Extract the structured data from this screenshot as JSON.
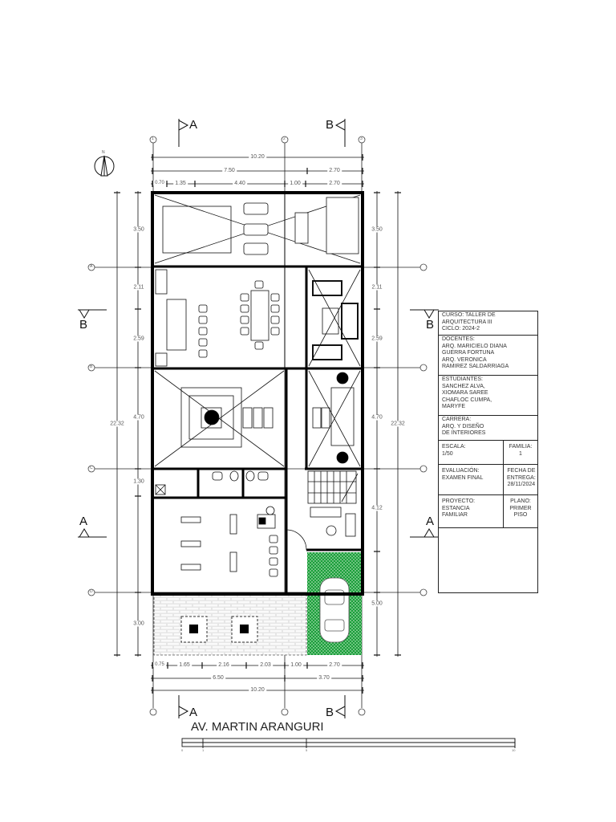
{
  "drawing": {
    "street_name": "AV. MARTIN ARANGURI",
    "north_label": "N",
    "section_marks": {
      "top_left": "A",
      "top_right": "B",
      "bottom_left": "A",
      "bottom_right": "B",
      "left_B": "B",
      "right_B": "B",
      "left_A": "A",
      "right_A": "A"
    },
    "grid_axes": {
      "vertical": [
        "1",
        "2",
        "3"
      ],
      "horizontal": [
        "A",
        "B",
        "C",
        "D"
      ]
    },
    "dimensions_top": {
      "total": "10.20",
      "row2": [
        "7.50",
        "2.70"
      ],
      "row3": [
        "0.70",
        "1.35",
        "4.40",
        "1.00",
        "2.70"
      ]
    },
    "dimensions_bottom": {
      "row1": [
        "0.75",
        "1.65",
        "2.16",
        "2.03",
        "1.00",
        "2.70"
      ],
      "row2": [
        "6.50",
        "3.70"
      ],
      "total": "10.20"
    },
    "dimensions_left": {
      "segments": [
        "3.50",
        "2.11",
        "2.59",
        "4.70",
        "1.30",
        "3.00"
      ],
      "total": "22.32"
    },
    "dimensions_right": {
      "segments": [
        "3.50",
        "2.11",
        "2.59",
        "4.70",
        "4.12",
        "5.00"
      ],
      "total": "22.32"
    },
    "graphic_scale": {
      "ticks": [
        "0",
        "1",
        "5",
        "10"
      ]
    },
    "hatch_color": "#1a9e3a",
    "wall_color": "#000000"
  },
  "title_block": {
    "course": [
      "CURSO: TALLER DE",
      "ARQUITECTURA III",
      "CICLO: 2024-2"
    ],
    "teachers": [
      "DOCENTES:",
      "ARQ. MARICIELO DIANA",
      "GUERRA FORTUNA",
      "ARQ. VERONICA",
      "RAMIREZ SALDARRIAGA"
    ],
    "students": [
      "ESTUDIANTES:",
      "SANCHEZ ALVA,",
      " XIOMARA SAREE",
      "CHAFLOC CUMPA,",
      "MARYFE"
    ],
    "career": [
      "CARRERA:",
      "ARQ. Y DISEÑO",
      "DE INTERIORES"
    ],
    "scale": {
      "label": "ESCALA:",
      "value": "1/50"
    },
    "family": {
      "label": "FAMILIA:",
      "value": "1"
    },
    "evaluation": {
      "label": "EVALUACIÓN:",
      "value": " EXAMEN FINAL"
    },
    "delivery": {
      "label": "FECHA DE",
      "label2": "ENTREGA:",
      "value": "28/11/2024"
    },
    "project": {
      "label": "PROYECTO:",
      "value1": "ESTANCIA",
      "value2": "FAMILIAR"
    },
    "sheet": {
      "label": "PLANO:",
      "value1": "PRIMER",
      "value2": "PISO"
    }
  }
}
